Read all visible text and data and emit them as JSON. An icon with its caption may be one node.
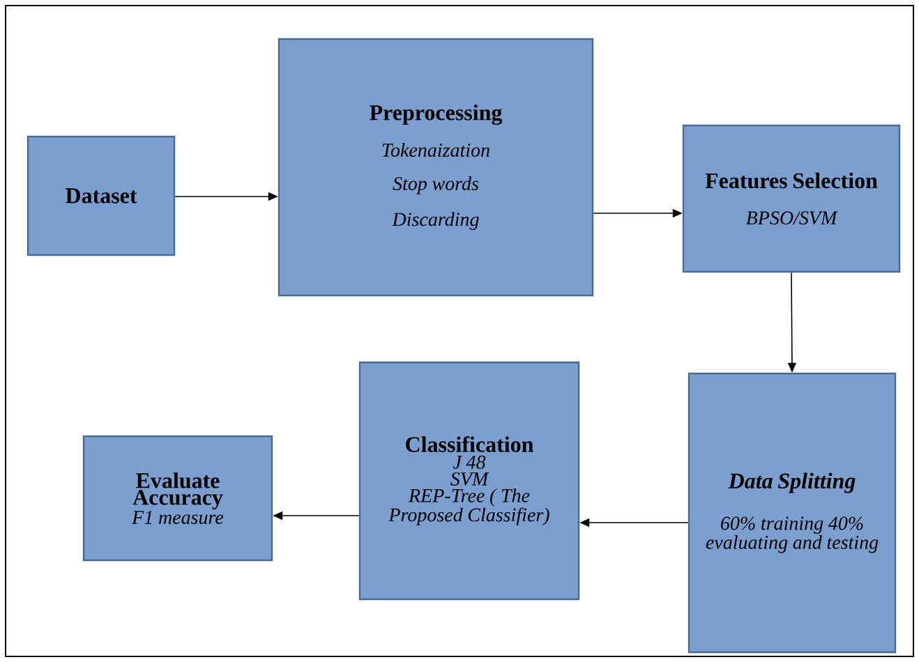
{
  "diagram": {
    "nodes": [
      {
        "text": [
          "Dataset"
        ]
      },
      {
        "text": [
          "Preprocessing",
          "Tokenaization",
          "Stop words",
          "Discarding"
        ]
      },
      {
        "text": [
          "Features Selection",
          "BPSO/SVM"
        ]
      },
      {
        "text": [
          "Data Splitting",
          "60% training 40% evaluating and testing"
        ]
      },
      {
        "text": [
          "Classification",
          "J 48",
          "SVM",
          "REP-Tree ( The Proposed Classifier)"
        ]
      },
      {
        "text": [
          "Evaluate Accuracy",
          "F1 measure"
        ]
      }
    ],
    "edges": [
      {
        "from": 0,
        "to": 1,
        "arrow": "to"
      },
      {
        "from": 1,
        "to": 2,
        "arrow": "to"
      },
      {
        "from": 2,
        "to": 3,
        "arrow": "to"
      },
      {
        "from": 3,
        "to": 4,
        "arrow": "to"
      },
      {
        "from": 4,
        "to": 5,
        "arrow": "to"
      }
    ]
  }
}
